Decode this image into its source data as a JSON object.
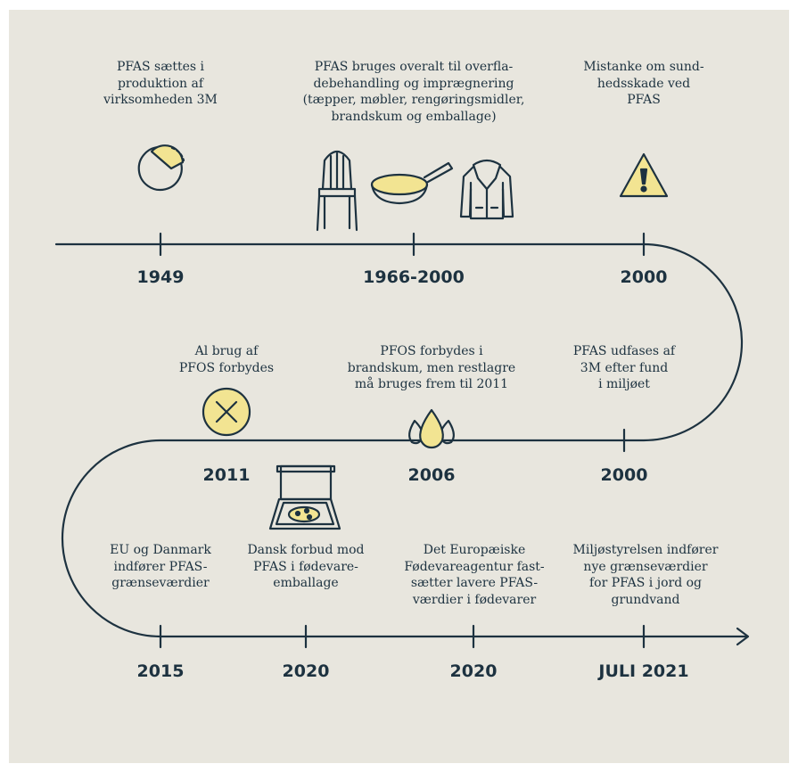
{
  "events": [
    {
      "caption": "PFAS sættes i\nproduktion af\nvirksomheden 3M",
      "year": "1949"
    },
    {
      "caption": "PFAS bruges overalt til overfla-\ndebehandling og imprægnering\n(tæpper, møbler, rengøringsmidler,\nbrandskum og emballage)",
      "year": "1966-2000"
    },
    {
      "caption": "Mistanke om sund-\nhedsskade ved\nPFAS",
      "year": "2000"
    },
    {
      "caption": "PFAS udfases af\n3M efter fund\ni miljøet",
      "year": "2000"
    },
    {
      "caption": "PFOS forbydes i\nbrandskum, men restlagre\nmå bruges frem til 2011",
      "year": "2006"
    },
    {
      "caption": "Al brug af\nPFOS forbydes",
      "year": "2011"
    },
    {
      "caption": "EU og Danmark\nindfører PFAS-\ngrænseværdier",
      "year": "2015"
    },
    {
      "caption": "Dansk forbud mod\nPFAS i fødevare-\nemballage",
      "year": "2020"
    },
    {
      "caption": "Det Europæiske\nFødevareagentur fast-\nsætter lavere PFAS-\nværdier i fødevarer",
      "year": "2020"
    },
    {
      "caption": "Miljøstyrelsen indfører\nnye grænseværdier\nfor PFAS i jord og\ngrundvand",
      "year": "JULI 2021"
    }
  ],
  "icons": [
    "pie-chart-icon",
    "chair-icon",
    "frying-pan-icon",
    "jacket-icon",
    "warning-icon",
    "cancel-icon",
    "firefoam-drops-icon",
    "pizza-box-icon"
  ],
  "colors": {
    "background": "#e8e6de",
    "ink": "#1d3240",
    "accent": "#f2e492"
  }
}
